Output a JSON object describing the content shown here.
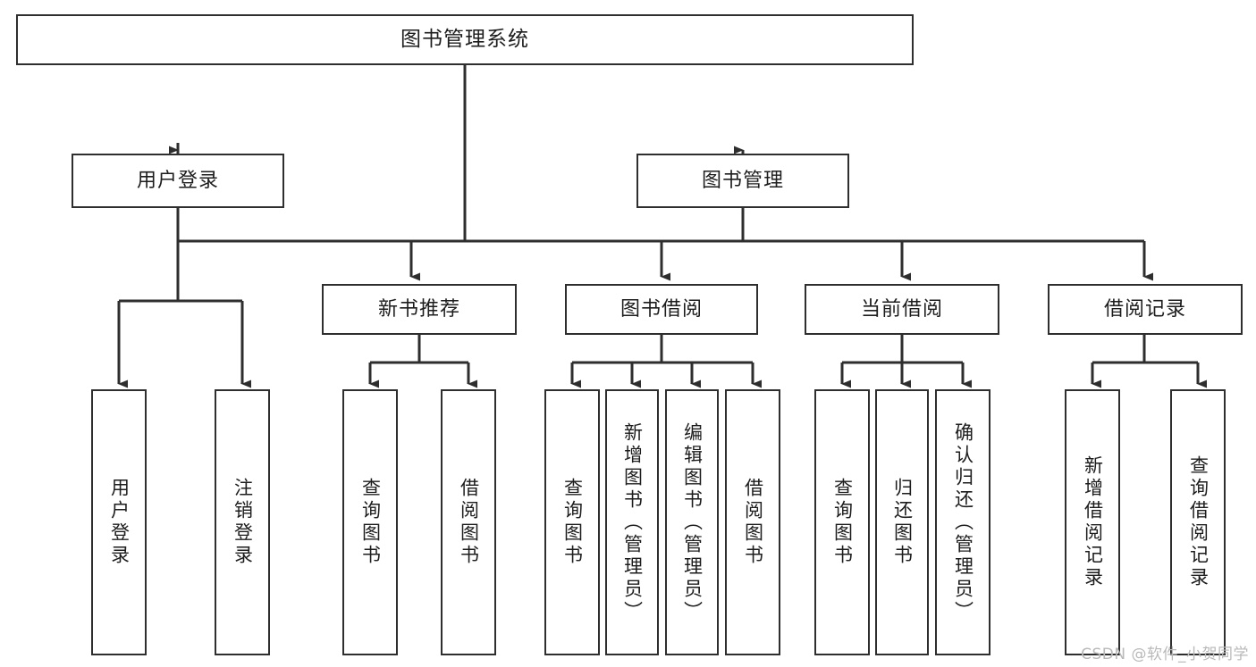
{
  "diagram": {
    "title": "图书管理系统",
    "type": "tree",
    "stroke_color": "#2e2e2e",
    "fill_color": "#ffffff",
    "text_color": "#1d1d1d",
    "watermark": "CSDN @软件_小贺同学"
  },
  "root": {
    "label": "图书管理系统"
  },
  "level1": [
    {
      "label": "用户登录"
    },
    {
      "label": "图书管理"
    }
  ],
  "level2": [
    {
      "label": "新书推荐"
    },
    {
      "label": "图书借阅"
    },
    {
      "label": "当前借阅"
    },
    {
      "label": "借阅记录"
    }
  ],
  "leaves": {
    "user_login": [
      {
        "label": "用户登录"
      },
      {
        "label": "注销登录"
      }
    ],
    "new_book_recommend": [
      {
        "label": "查询图书"
      },
      {
        "label": "借阅图书"
      }
    ],
    "book_borrow": [
      {
        "label": "查询图书"
      },
      {
        "label": "新增图书（管理员）"
      },
      {
        "label": "编辑图书（管理员）"
      },
      {
        "label": "借阅图书"
      }
    ],
    "current_borrow": [
      {
        "label": "查询图书"
      },
      {
        "label": "归还图书"
      },
      {
        "label": "确认归还（管理员）"
      }
    ],
    "borrow_record": [
      {
        "label": "新增借阅记录"
      },
      {
        "label": "查询借阅记录"
      }
    ]
  }
}
